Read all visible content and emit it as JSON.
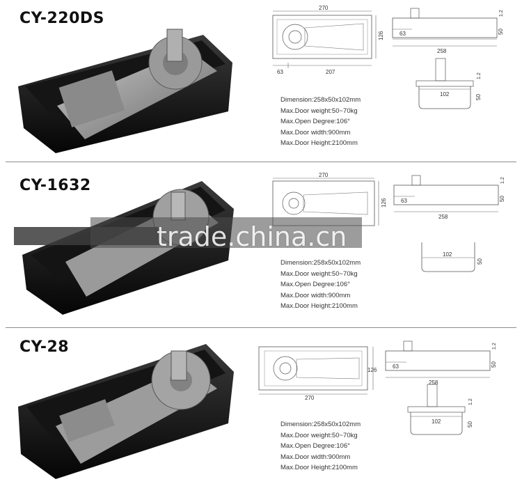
{
  "products": [
    {
      "model": "CY-220DS",
      "specs": [
        "Dimension:258x50x102mm",
        "Max.Door weight:50~70kg",
        "Max.Open Degree:106°",
        "Max.Door width:900mm",
        "Max.Door Height:2100mm"
      ],
      "top_dims": {
        "length": "270",
        "width": "126",
        "left": "63",
        "right": "207"
      },
      "side_dims": {
        "offset": "63",
        "length": "258",
        "height": "50",
        "top": "1.2"
      },
      "end_dims": {
        "width": "102",
        "height": "50",
        "top": "1.2"
      }
    },
    {
      "model": "CY-1632",
      "specs": [
        "Dimension:258x50x102mm",
        "Max.Door weight:50~70kg",
        "Max.Open Degree:106°",
        "Max.Door width:900mm",
        "Max.Door Height:2100mm"
      ],
      "top_dims": {
        "length": "270",
        "width": "126"
      },
      "side_dims": {
        "offset": "63",
        "length": "258",
        "height": "50",
        "top": "1.2"
      },
      "end_dims": {
        "width": "102",
        "height": "50"
      }
    },
    {
      "model": "CY-28",
      "specs": [
        "Dimension:258x50x102mm",
        "Max.Door weight:50~70kg",
        "Max.Open Degree:106°",
        "Max.Door width:900mm",
        "Max.Door Height:2100mm"
      ],
      "top_dims": {
        "length": "270",
        "width": "126"
      },
      "side_dims": {
        "offset": "63",
        "length": "258",
        "height": "50",
        "top": "1.2"
      },
      "end_dims": {
        "width": "102",
        "height": "50",
        "top": "1.2"
      }
    }
  ],
  "watermark": "trade.china.cn"
}
